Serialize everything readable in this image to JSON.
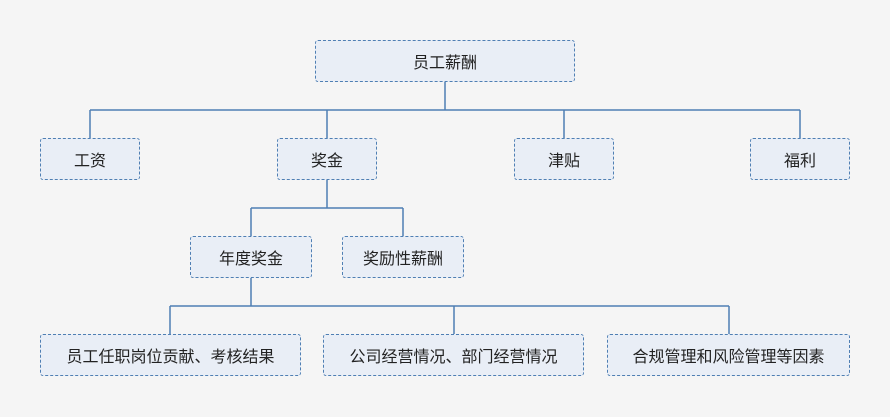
{
  "root": {
    "label": "员工薪酬"
  },
  "level1": [
    {
      "label": "工资"
    },
    {
      "label": "奖金"
    },
    {
      "label": "津贴"
    },
    {
      "label": "福利"
    }
  ],
  "level2": [
    {
      "label": "年度奖金"
    },
    {
      "label": "奖励性薪酬"
    }
  ],
  "level3": [
    {
      "label": "员工任职岗位贡献、考核结果"
    },
    {
      "label": "公司经营情况、部门经营情况"
    },
    {
      "label": "合规管理和风险管理等因素"
    }
  ],
  "colors": {
    "line": "#4f7fb3",
    "node_fill": "#e9eef6",
    "node_border": "#4f7fb3",
    "background": "#f5f5f5"
  }
}
